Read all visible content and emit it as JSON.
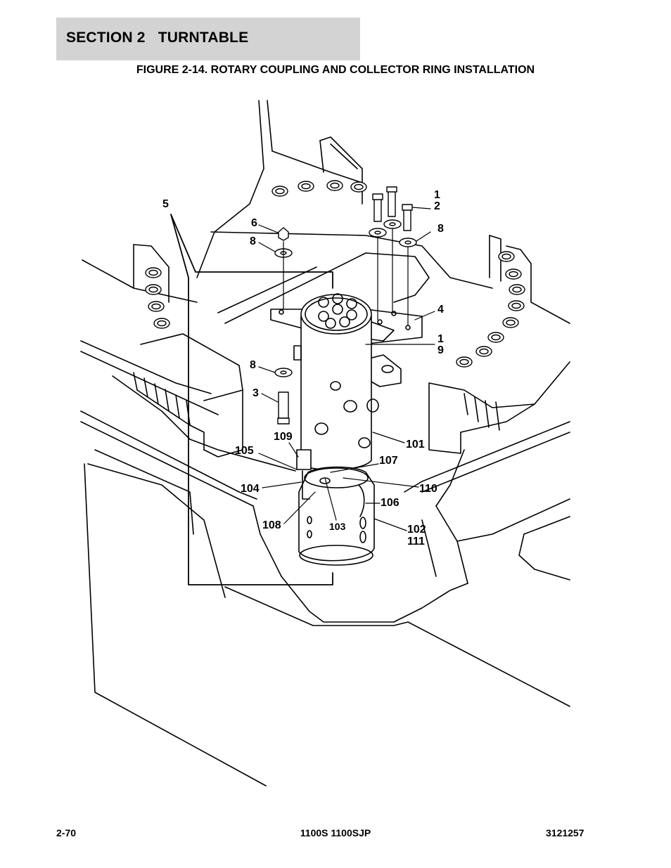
{
  "header": {
    "section_title": "SECTION 2   TURNTABLE",
    "figure_title": "FIGURE 2-14. ROTARY COUPLING AND COLLECTOR RING INSTALLATION"
  },
  "callouts": [
    "5",
    "6",
    "8",
    "8",
    "3",
    "1",
    "2",
    "8",
    "4",
    "1",
    "9",
    "109",
    "105",
    "104",
    "108",
    "103",
    "101",
    "107",
    "110",
    "106",
    "102",
    "111"
  ],
  "footer": {
    "page_number": "2-70",
    "model": "1100S 1100SJP",
    "doc_number": "3121257"
  }
}
